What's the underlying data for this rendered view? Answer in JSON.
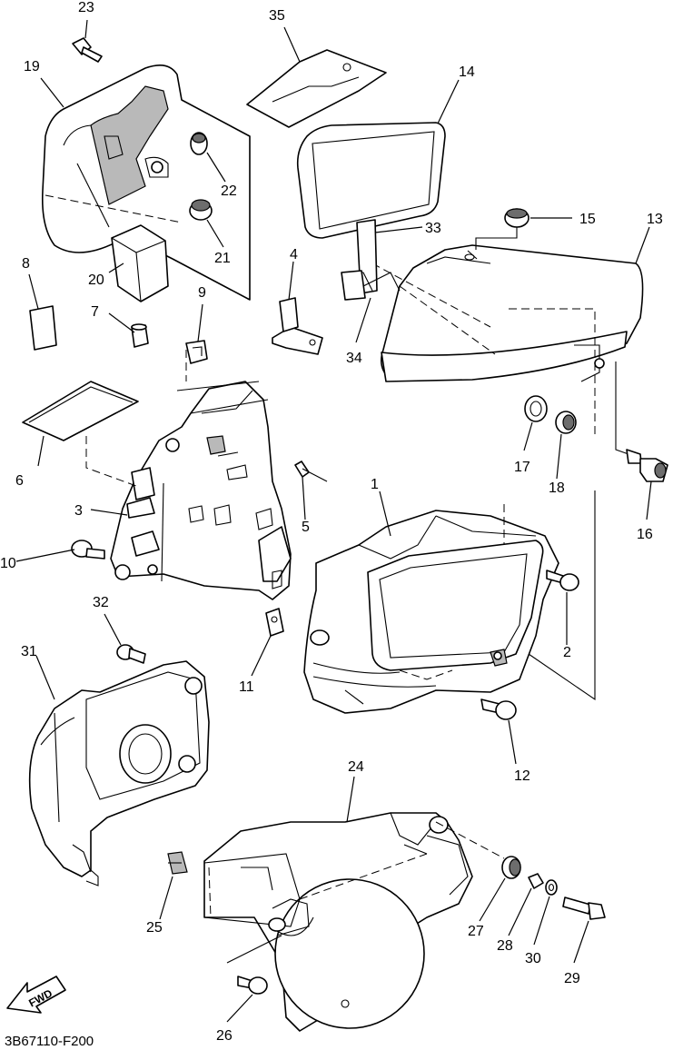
{
  "diagram": {
    "drawing_code": "3B67110-F200",
    "fwd_label": "FWD",
    "part_numbers": [
      "1",
      "2",
      "3",
      "4",
      "5",
      "6",
      "7",
      "8",
      "9",
      "10",
      "11",
      "12",
      "13",
      "14",
      "15",
      "16",
      "17",
      "18",
      "19",
      "20",
      "21",
      "22",
      "23",
      "24",
      "25",
      "26",
      "27",
      "28",
      "29",
      "30",
      "31",
      "32",
      "33",
      "34",
      "35"
    ]
  }
}
